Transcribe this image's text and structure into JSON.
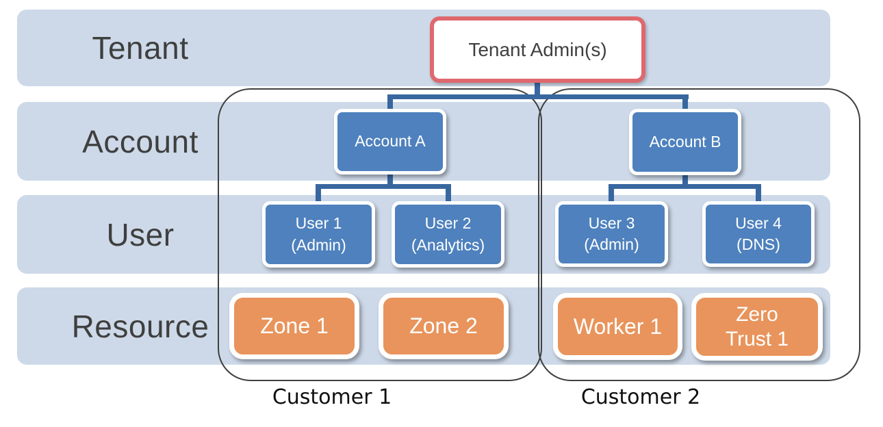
{
  "diagram": {
    "rows": [
      {
        "label": "Tenant"
      },
      {
        "label": "Account"
      },
      {
        "label": "User"
      },
      {
        "label": "Resource"
      }
    ],
    "tenant_admin": {
      "label": "Tenant Admin(s)"
    },
    "accounts": [
      {
        "label": "Account A"
      },
      {
        "label": "Account B"
      }
    ],
    "users": [
      {
        "name": "User 1",
        "role": "(Admin)"
      },
      {
        "name": "User 2",
        "role": "(Analytics)"
      },
      {
        "name": "User 3",
        "role": "(Admin)"
      },
      {
        "name": "User 4",
        "role": "(DNS)"
      }
    ],
    "resources": [
      {
        "label": "Zone 1"
      },
      {
        "label": "Zone 2"
      },
      {
        "label": "Worker 1"
      },
      {
        "label": "Zero\nTrust 1"
      }
    ],
    "groups": [
      {
        "label": "Customer 1"
      },
      {
        "label": "Customer 2"
      }
    ],
    "colors": {
      "band": "#CDD9E8",
      "node_blue": "#4E81BD",
      "node_orange": "#E8945C",
      "tenant_admin_border": "#DF686E",
      "connector_blue": "#38679F",
      "group_outline": "#3F3F3F",
      "band_label_text": "#3F3F3F",
      "node_text": "#FFFFFF"
    }
  }
}
